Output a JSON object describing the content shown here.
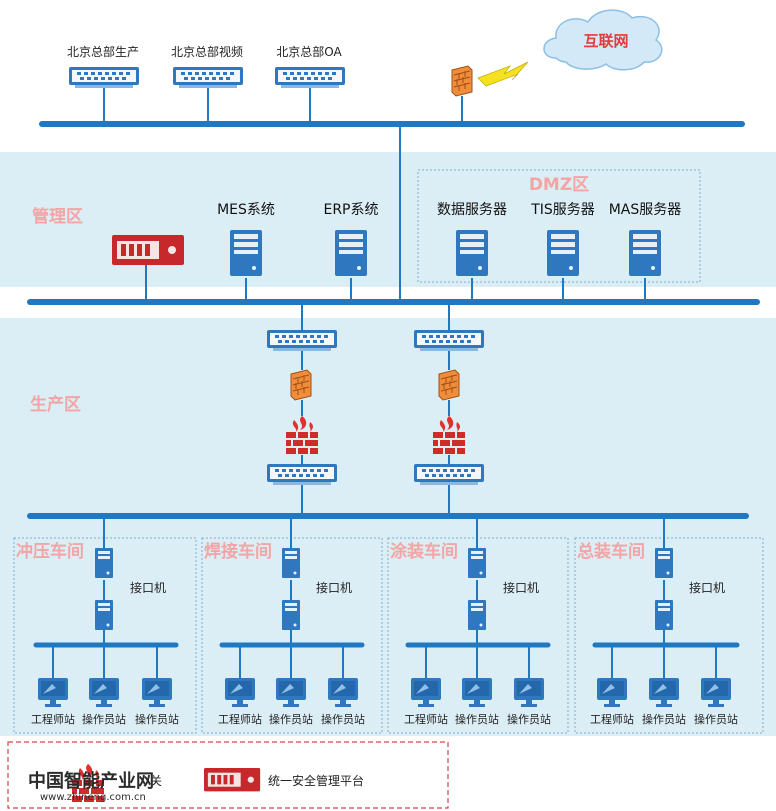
{
  "colors": {
    "bus": "#1f78c1",
    "zone_bg": "#dceef5",
    "zone_label": "#f3a5a5",
    "internet_text": "#e33b3b",
    "security_red": "#c7282c"
  },
  "hq": {
    "switches": [
      "北京总部生产",
      "北京总部视频",
      "北京总部OA"
    ]
  },
  "internet": {
    "label": "互联网"
  },
  "management": {
    "zone_label": "管理区",
    "dmz_label": "DMZ区",
    "servers": [
      "MES系统",
      "ERP系统"
    ],
    "dmz_servers": [
      "数据服务器",
      "TIS服务器",
      "MAS服务器"
    ]
  },
  "production": {
    "zone_label": "生产区"
  },
  "workshops": [
    {
      "name": "冲压车间",
      "interface_label": "接口机",
      "stations": [
        "工程师站",
        "操作员站",
        "操作员站"
      ]
    },
    {
      "name": "焊接车间",
      "interface_label": "接口机",
      "stations": [
        "工程师站",
        "操作员站",
        "操作员站"
      ]
    },
    {
      "name": "涂装车间",
      "interface_label": "接口机",
      "stations": [
        "工程师站",
        "操作员站",
        "操作员站"
      ]
    },
    {
      "name": "总装车间",
      "interface_label": "接口机",
      "stations": [
        "工程师站",
        "操作员站",
        "操作员站"
      ]
    }
  ],
  "legend": {
    "items": [
      {
        "label": "关",
        "icon": "firewall-icon"
      },
      {
        "label": "统一安全管理平台",
        "icon": "security-platform-icon"
      }
    ]
  },
  "watermark": {
    "title": "中国智能产业网",
    "url": "www.zhineng.com.cn"
  }
}
